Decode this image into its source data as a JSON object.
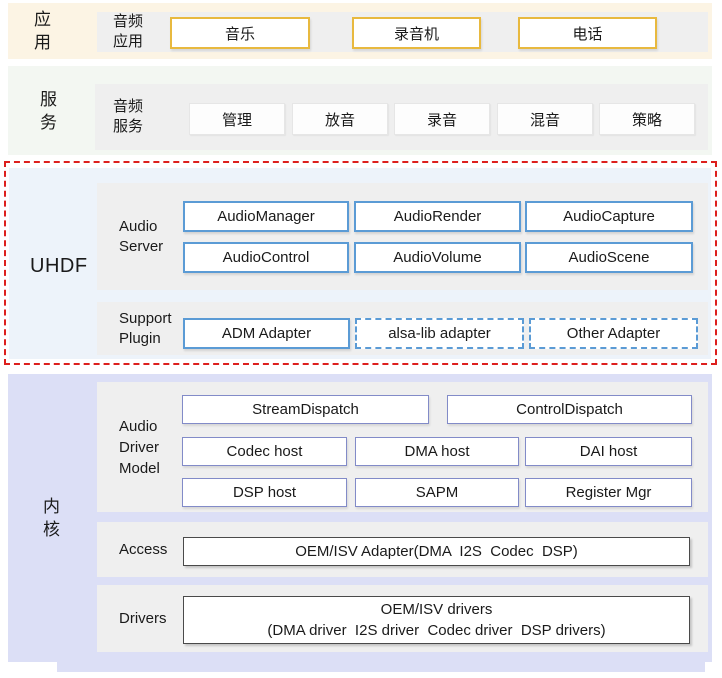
{
  "app": {
    "label": "应用",
    "sublabel": "音频应用",
    "boxes": [
      "音乐",
      "录音机",
      "电话"
    ]
  },
  "service": {
    "label": "服务",
    "sublabel": "音频服务",
    "boxes": [
      "管理",
      "放音",
      "录音",
      "混音",
      "策略"
    ]
  },
  "uhdf": {
    "label": "UHDF",
    "audio_server": {
      "label": "Audio Server",
      "rows": [
        [
          "AudioManager",
          "AudioRender",
          "AudioCapture"
        ],
        [
          "AudioControl",
          "AudioVolume",
          "AudioScene"
        ]
      ]
    },
    "support_plugin": {
      "label": "Support Plugin",
      "boxes": [
        "ADM Adapter",
        "alsa-lib adapter",
        "Other Adapter"
      ],
      "box_styles": [
        "solid",
        "dashed",
        "dashed"
      ]
    }
  },
  "kernel": {
    "label": "内核",
    "adm": {
      "label": "Audio Driver Model",
      "wide": [
        "StreamDispatch",
        "ControlDispatch"
      ],
      "rows": [
        [
          "Codec host",
          "DMA host",
          "DAI host"
        ],
        [
          "DSP host",
          "SAPM",
          "Register Mgr"
        ]
      ]
    },
    "access": {
      "label": "Access",
      "box": "OEM/ISV Adapter(DMA  I2S  Codec  DSP)"
    },
    "drivers": {
      "label": "Drivers",
      "line1": "OEM/ISV drivers",
      "line2": "(DMA driver  I2S driver  Codec driver  DSP drivers)"
    }
  },
  "colors": {
    "app_band": "#fcf4e4",
    "service_band": "#f3f7f2",
    "uhdf_band": "#edf3fa",
    "kernel_band": "#dcdff6",
    "panel_gray": "#efefef",
    "app_box_border": "#e8b93f",
    "uhdf_box_border": "#5b9bd5",
    "kernel_box_border": "#828bc8",
    "driver_box_border": "#4a4a4a",
    "uhdf_outline": "#dd1f1d"
  }
}
